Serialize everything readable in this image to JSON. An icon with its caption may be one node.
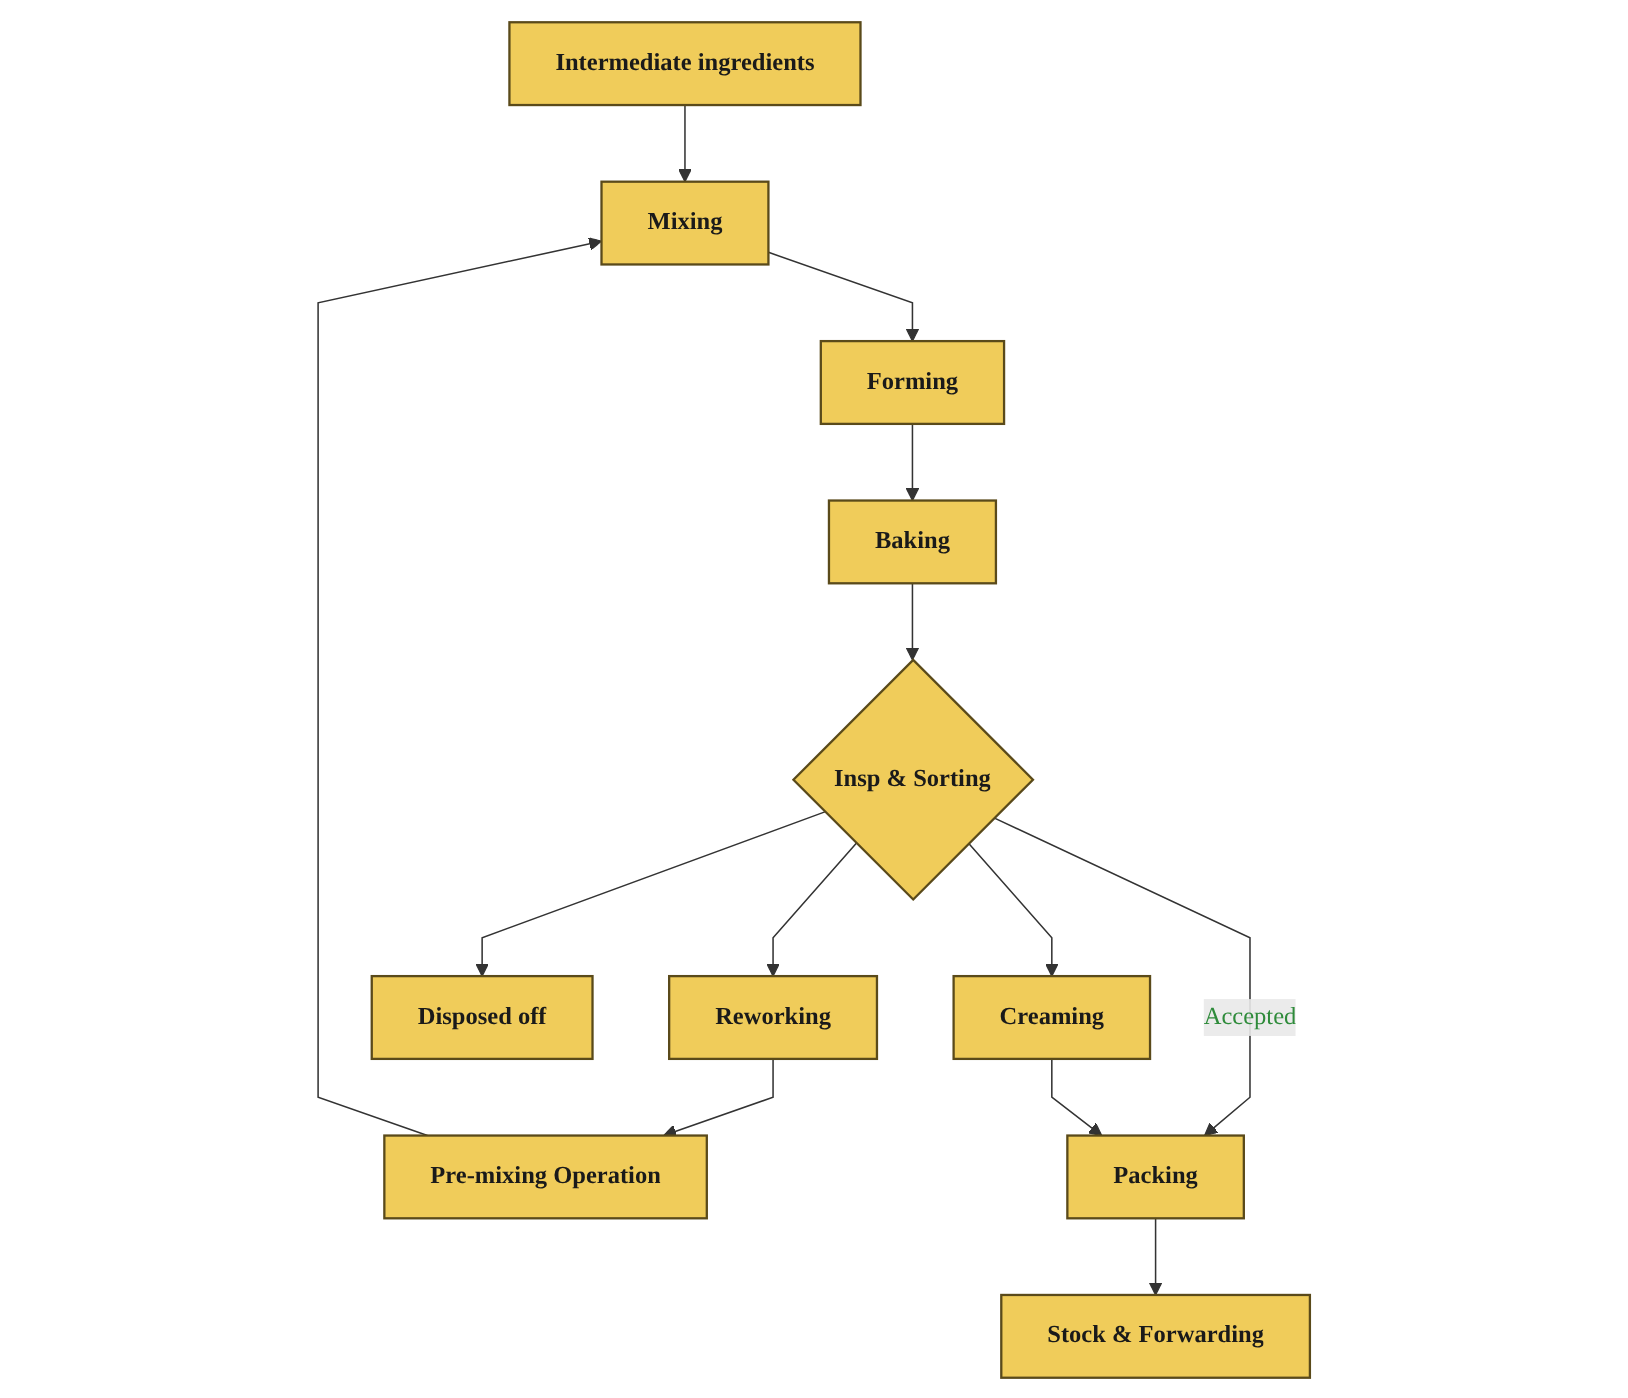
{
  "diagram": {
    "nodes": [
      {
        "text": [
          "Intermediate ingredients"
        ]
      },
      {
        "text": [
          "Pre-mixing Operation"
        ]
      },
      {
        "text": [
          "Mixing"
        ]
      },
      {
        "text": [
          "Forming"
        ]
      },
      {
        "text": [
          "Baking"
        ]
      },
      {
        "text": [
          "Insp & Sorting"
        ]
      },
      {
        "text": [
          "Reworking"
        ]
      },
      {
        "text": [
          "Disposed off"
        ]
      },
      {
        "text": [
          "Creaming"
        ]
      },
      {
        "text": [
          "Packing"
        ]
      },
      {
        "text": [
          "Stock & Forwarding"
        ]
      }
    ],
    "edges": [
      {
        "from": 0,
        "to": 2,
        "arrow": "to"
      },
      {
        "from": 1,
        "to": 2,
        "arrow": "to"
      },
      {
        "from": 2,
        "to": 3,
        "arrow": "to"
      },
      {
        "from": 3,
        "to": 4,
        "arrow": "to"
      },
      {
        "from": 4,
        "to": 5,
        "arrow": "to"
      },
      {
        "from": 5,
        "to": 6,
        "arrow": "to"
      },
      {
        "from": 5,
        "to": 7,
        "arrow": "to"
      },
      {
        "from": 6,
        "to": 1,
        "arrow": "to"
      },
      {
        "from": 5,
        "to": 9,
        "label": "Accepted",
        "arrow": "to"
      },
      {
        "from": 5,
        "to": 8,
        "arrow": "to"
      },
      {
        "from": 8,
        "to": 9,
        "arrow": "to"
      },
      {
        "from": 9,
        "to": 10,
        "arrow": "to"
      }
    ]
  }
}
